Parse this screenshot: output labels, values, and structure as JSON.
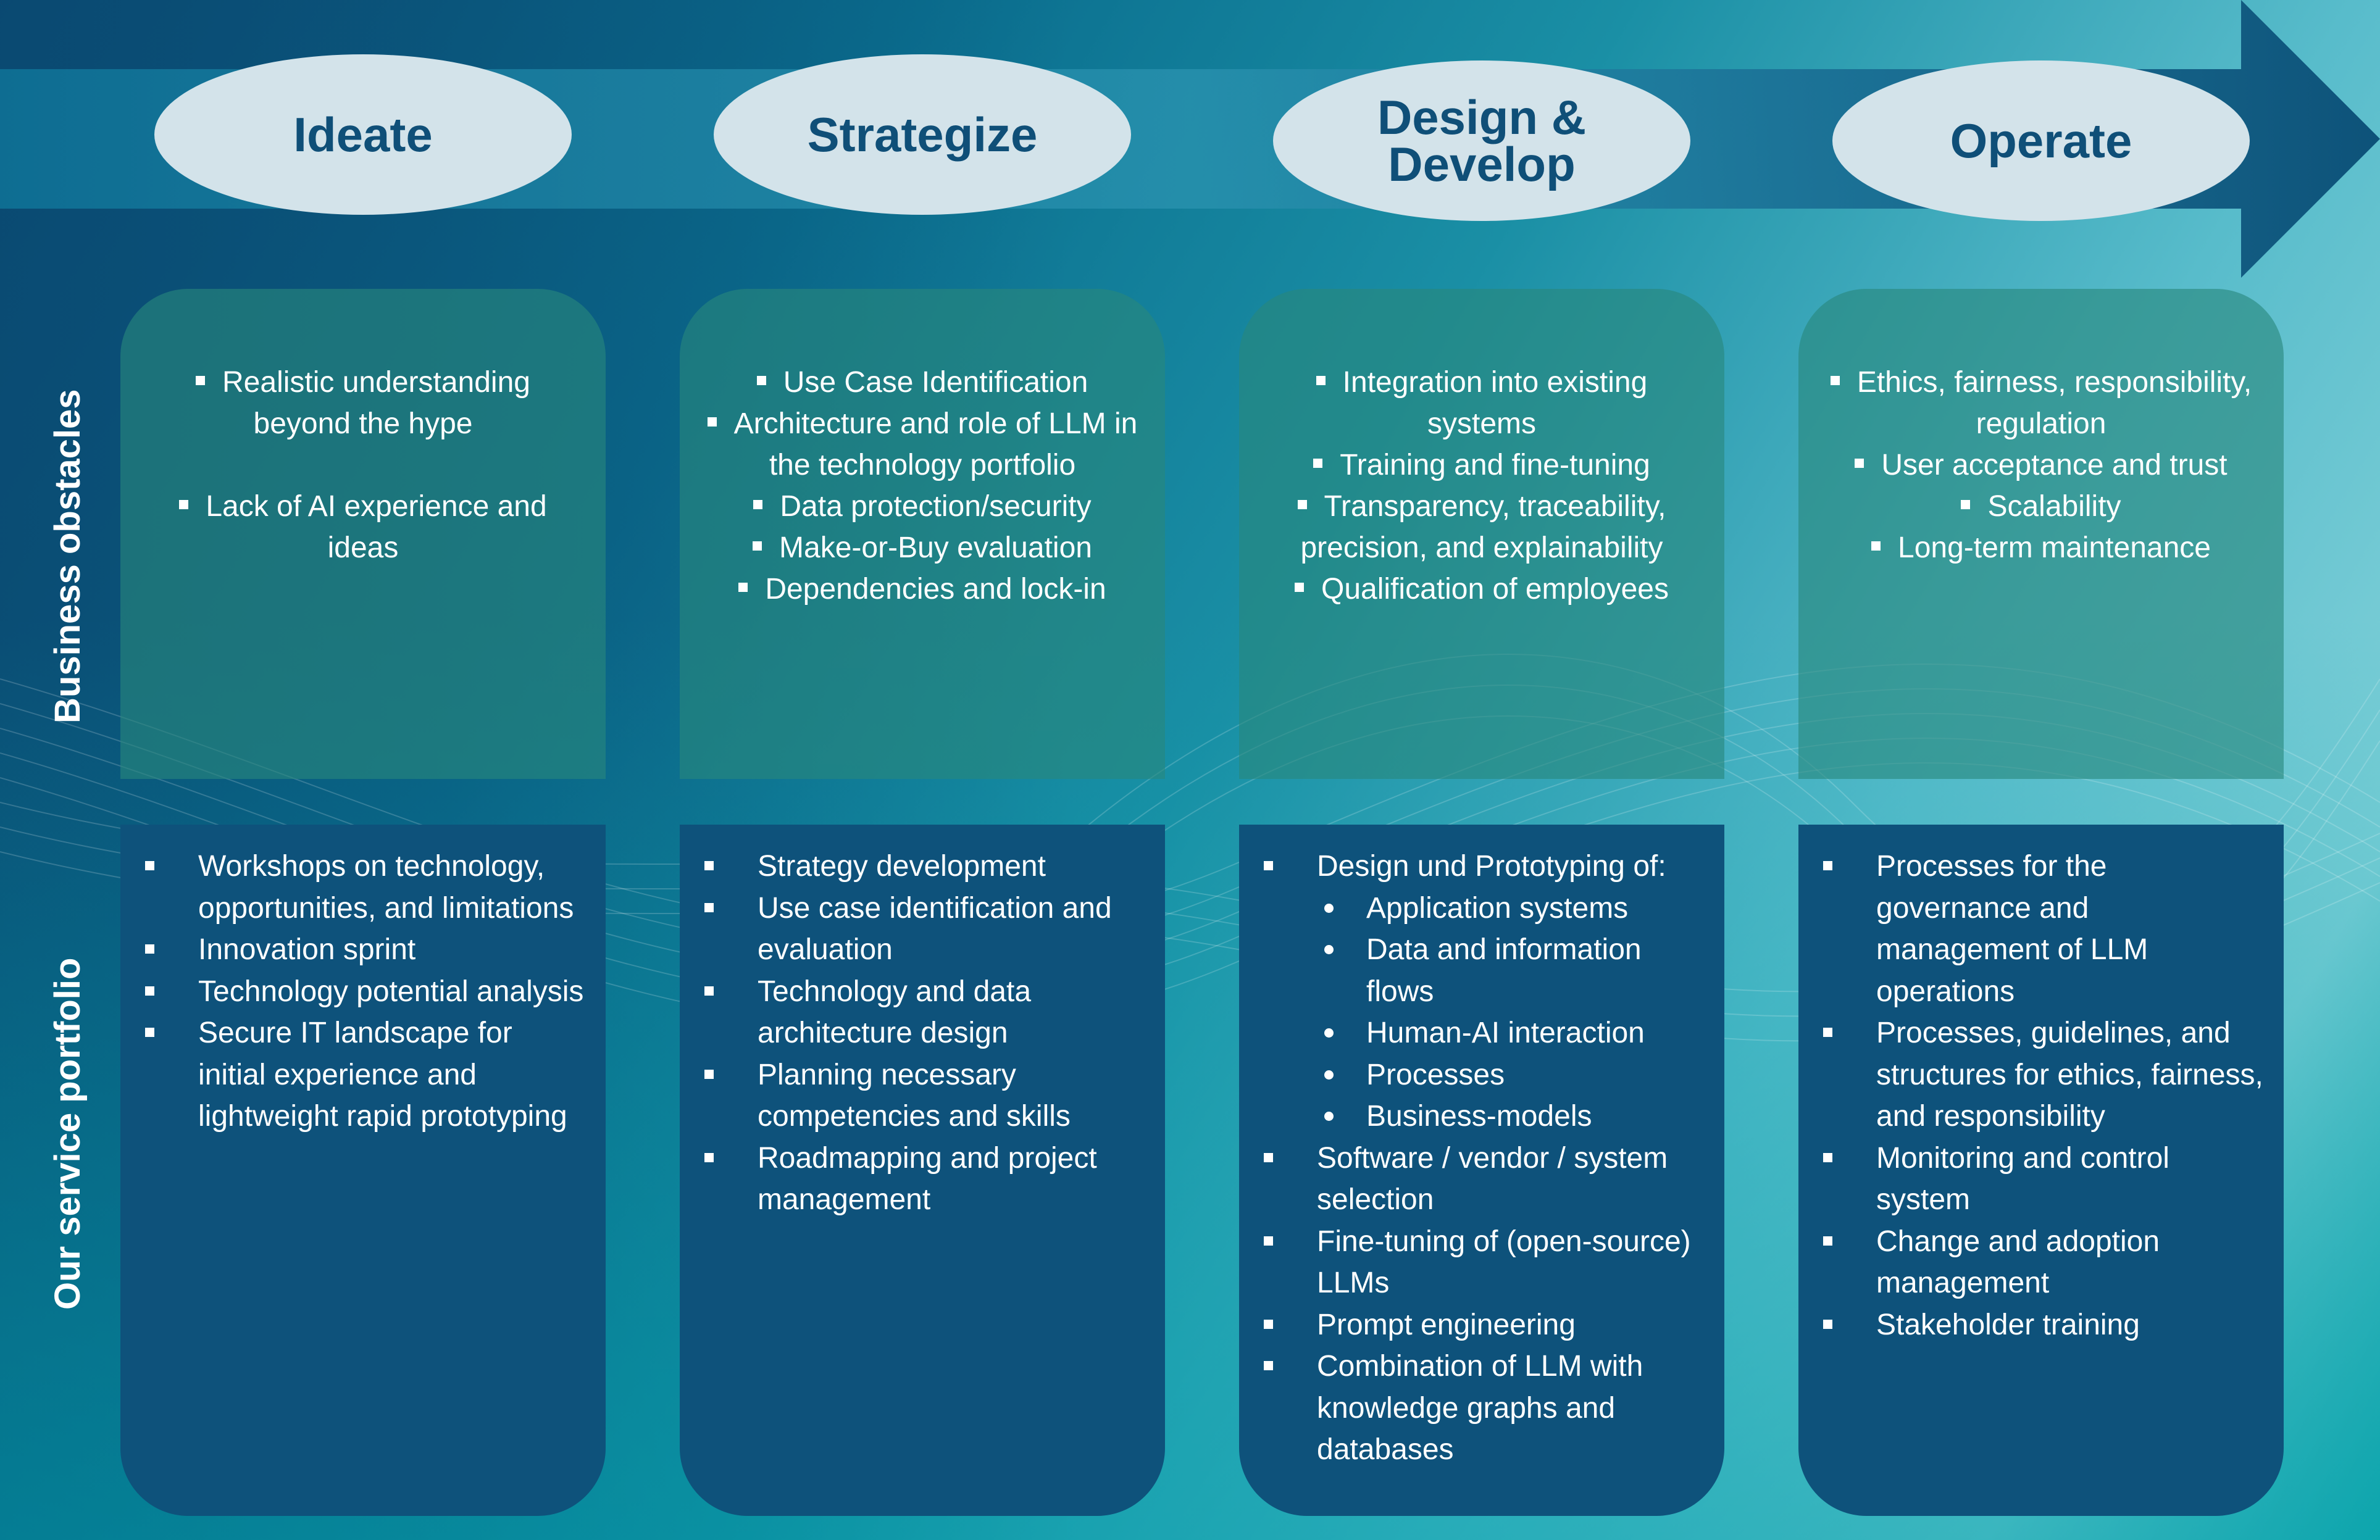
{
  "colors": {
    "ellipse_fill": "#d3e3ea",
    "ellipse_text": "#0f4f78",
    "arrow": "#0e527b",
    "obstacle_box": "#2c8a7e",
    "service_box": "#0e527b",
    "text": "#ffffff"
  },
  "side_labels": {
    "obstacles": "Business obstacles",
    "services": "Our service portfolio"
  },
  "phases": [
    {
      "title": "Ideate",
      "obstacles": [
        "Realistic understanding beyond the hype",
        "Lack of AI experience and ideas"
      ],
      "services": [
        {
          "text": "Workshops on technology, opportunities, and limitations"
        },
        {
          "text": "Innovation sprint"
        },
        {
          "text": "Technology potential analysis"
        },
        {
          "text": "Secure IT landscape for initial experience and lightweight rapid prototyping"
        }
      ]
    },
    {
      "title": "Strategize",
      "obstacles": [
        "Use Case Identification",
        "Architecture and role of LLM in the technology portfolio",
        "Data protection/security",
        "Make-or-Buy evaluation",
        "Dependencies and lock-in"
      ],
      "services": [
        {
          "text": "Strategy development"
        },
        {
          "text": "Use case identification and evaluation"
        },
        {
          "text": "Technology and data architecture design"
        },
        {
          "text": "Planning necessary competencies and skills"
        },
        {
          "text": "Roadmapping and project management"
        }
      ]
    },
    {
      "title": "Design &\nDevelop",
      "obstacles": [
        "Integration into existing systems",
        "Training and fine-tuning",
        "Transparency, traceability, precision, and explainability",
        "Qualification of employees"
      ],
      "services": [
        {
          "text": "Design und Prototyping of:"
        },
        {
          "text": "Application systems",
          "sub": true
        },
        {
          "text": "Data and information flows",
          "sub": true
        },
        {
          "text": "Human-AI interaction",
          "sub": true
        },
        {
          "text": "Processes",
          "sub": true
        },
        {
          "text": "Business-models",
          "sub": true
        },
        {
          "text": "Software / vendor / system selection"
        },
        {
          "text": "Fine-tuning of (open-source) LLMs"
        },
        {
          "text": "Prompt engineering"
        },
        {
          "text": "Combination of LLM with knowledge graphs and databases"
        }
      ]
    },
    {
      "title": "Operate",
      "obstacles": [
        "Ethics, fairness, responsibility, regulation",
        "User acceptance and trust",
        "Scalability",
        "Long-term maintenance"
      ],
      "services": [
        {
          "text": "Processes for the governance and management of LLM operations"
        },
        {
          "text": "Processes, guidelines, and structures for ethics, fairness, and responsibility"
        },
        {
          "text": "Monitoring and control system"
        },
        {
          "text": "Change and adoption management"
        },
        {
          "text": "Stakeholder training"
        }
      ]
    }
  ]
}
